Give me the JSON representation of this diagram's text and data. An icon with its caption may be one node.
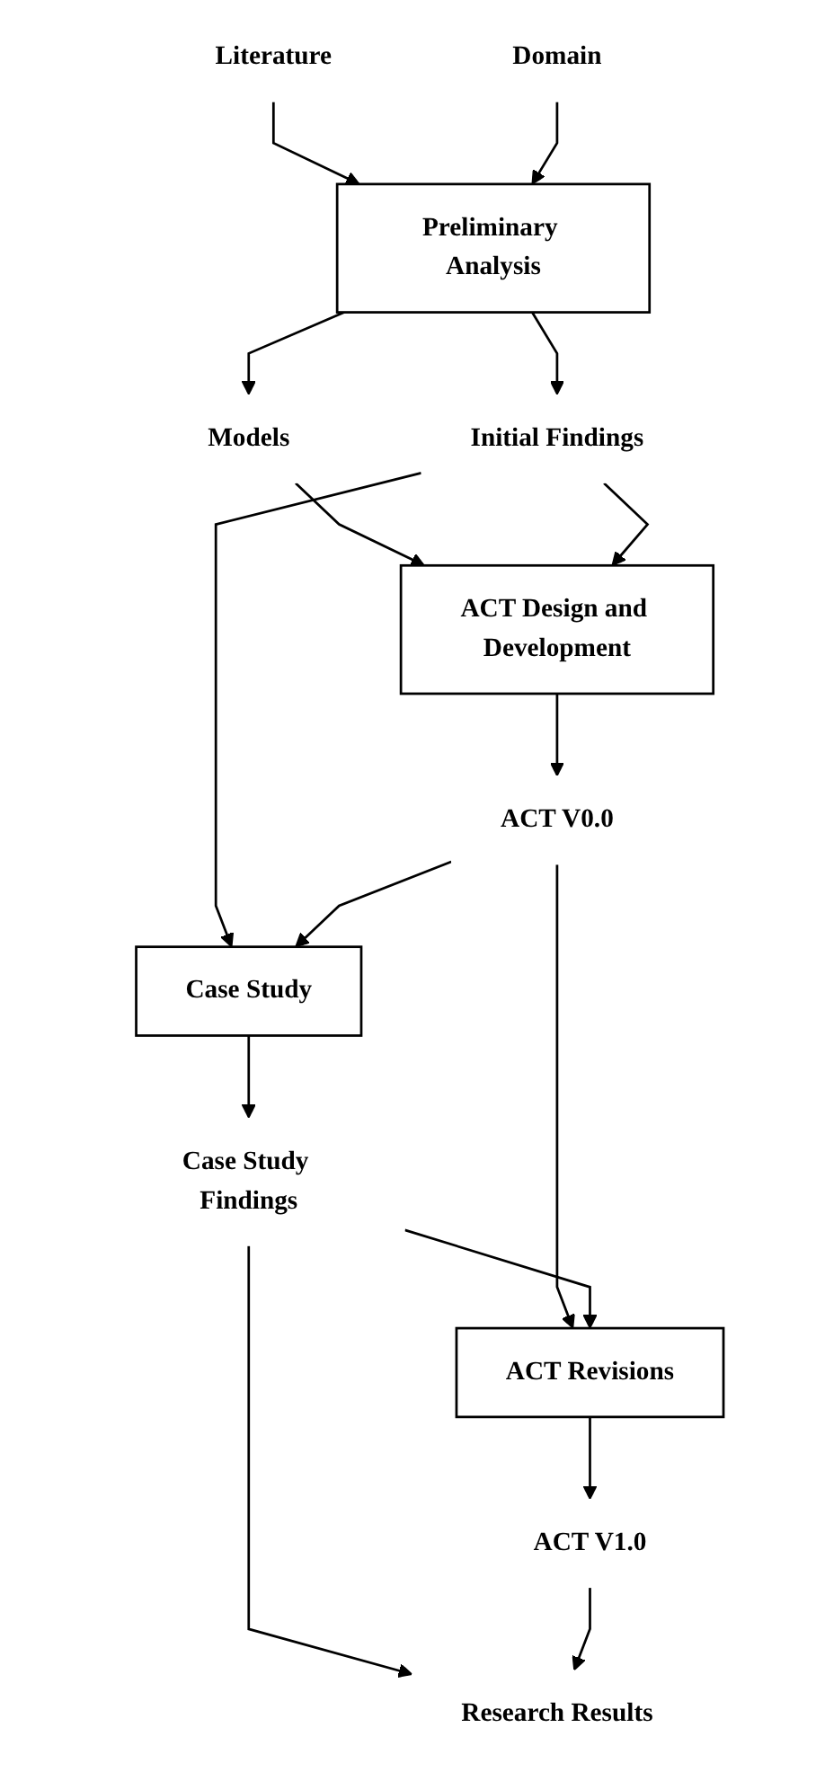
{
  "diagram": {
    "nodes": [
      {
        "text": [
          "Literature"
        ]
      },
      {
        "text": [
          "Domain"
        ]
      },
      {
        "text": [
          "Preliminary Analysis"
        ]
      },
      {
        "text": [
          "Models"
        ]
      },
      {
        "text": [
          "Initial Findings"
        ]
      },
      {
        "text": [
          "ACT Design and Development"
        ]
      },
      {
        "text": [
          "ACT V0.0"
        ]
      },
      {
        "text": [
          "Case Study"
        ]
      },
      {
        "text": [
          "Case Study Findings"
        ]
      },
      {
        "text": [
          "ACT Revisions"
        ]
      },
      {
        "text": [
          "ACT V1.0"
        ]
      },
      {
        "text": [
          "Research Results"
        ]
      }
    ],
    "edges": [
      {
        "from": 0,
        "to": 2,
        "arrow": "to"
      },
      {
        "from": 1,
        "to": 2,
        "arrow": "to"
      },
      {
        "from": 2,
        "to": 3,
        "arrow": "to"
      },
      {
        "from": 2,
        "to": 4,
        "arrow": "to"
      },
      {
        "from": 3,
        "to": 5,
        "arrow": "to"
      },
      {
        "from": 4,
        "to": 5,
        "arrow": "to"
      },
      {
        "from": 4,
        "to": 7,
        "arrow": "to"
      },
      {
        "from": 5,
        "to": 6,
        "arrow": "to"
      },
      {
        "from": 6,
        "to": 7,
        "arrow": "to"
      },
      {
        "from": 6,
        "to": 9,
        "arrow": "to"
      },
      {
        "from": 7,
        "to": 8,
        "arrow": "to"
      },
      {
        "from": 8,
        "to": 9,
        "arrow": "to"
      },
      {
        "from": 8,
        "to": 11,
        "arrow": "to"
      },
      {
        "from": 9,
        "to": 10,
        "arrow": "to"
      },
      {
        "from": 10,
        "to": 11,
        "arrow": "to"
      }
    ]
  }
}
